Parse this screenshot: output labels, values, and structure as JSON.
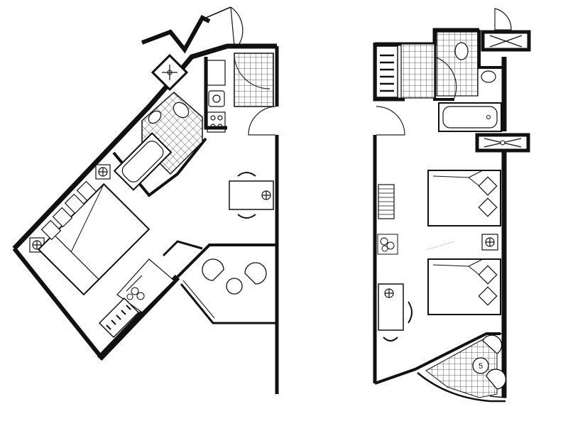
{
  "diagram": {
    "kind": "floor-plan",
    "plans": [
      {
        "id": "left-plan",
        "rooms": [
          "entry",
          "kitchenette",
          "bathroom",
          "bedroom",
          "dining",
          "balcony"
        ]
      },
      {
        "id": "right-plan",
        "rooms": [
          "entry",
          "kitchenette",
          "bathroom",
          "bedroom",
          "balcony"
        ],
        "labels": {
          "balcony_number": "5"
        }
      }
    ],
    "colors": {
      "wall": "#111111",
      "line": "#222222",
      "background": "#ffffff"
    }
  }
}
